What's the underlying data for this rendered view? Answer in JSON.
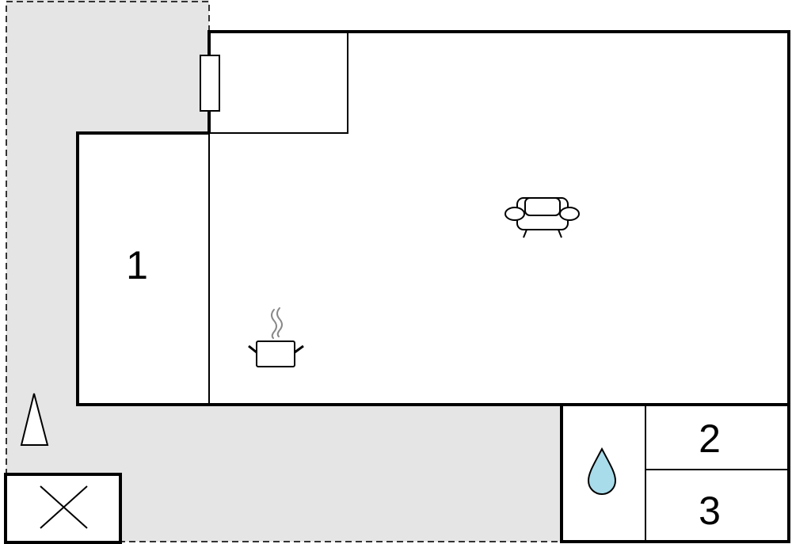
{
  "rooms": {
    "room1": {
      "label": "1"
    },
    "room2": {
      "label": "2"
    },
    "room3": {
      "label": "3"
    }
  },
  "icons": {
    "sofa": "sofa-icon",
    "kitchen": "cooking-pot-icon",
    "bathroom": "water-drop-icon",
    "north": "north-arrow-icon",
    "outdoor": "cross-box-icon",
    "door": "door-icon"
  },
  "colors": {
    "outdoor_area": "#e5e5e5",
    "walls": "#000000",
    "water_drop": "#a8dcea",
    "steam": "#888888"
  }
}
